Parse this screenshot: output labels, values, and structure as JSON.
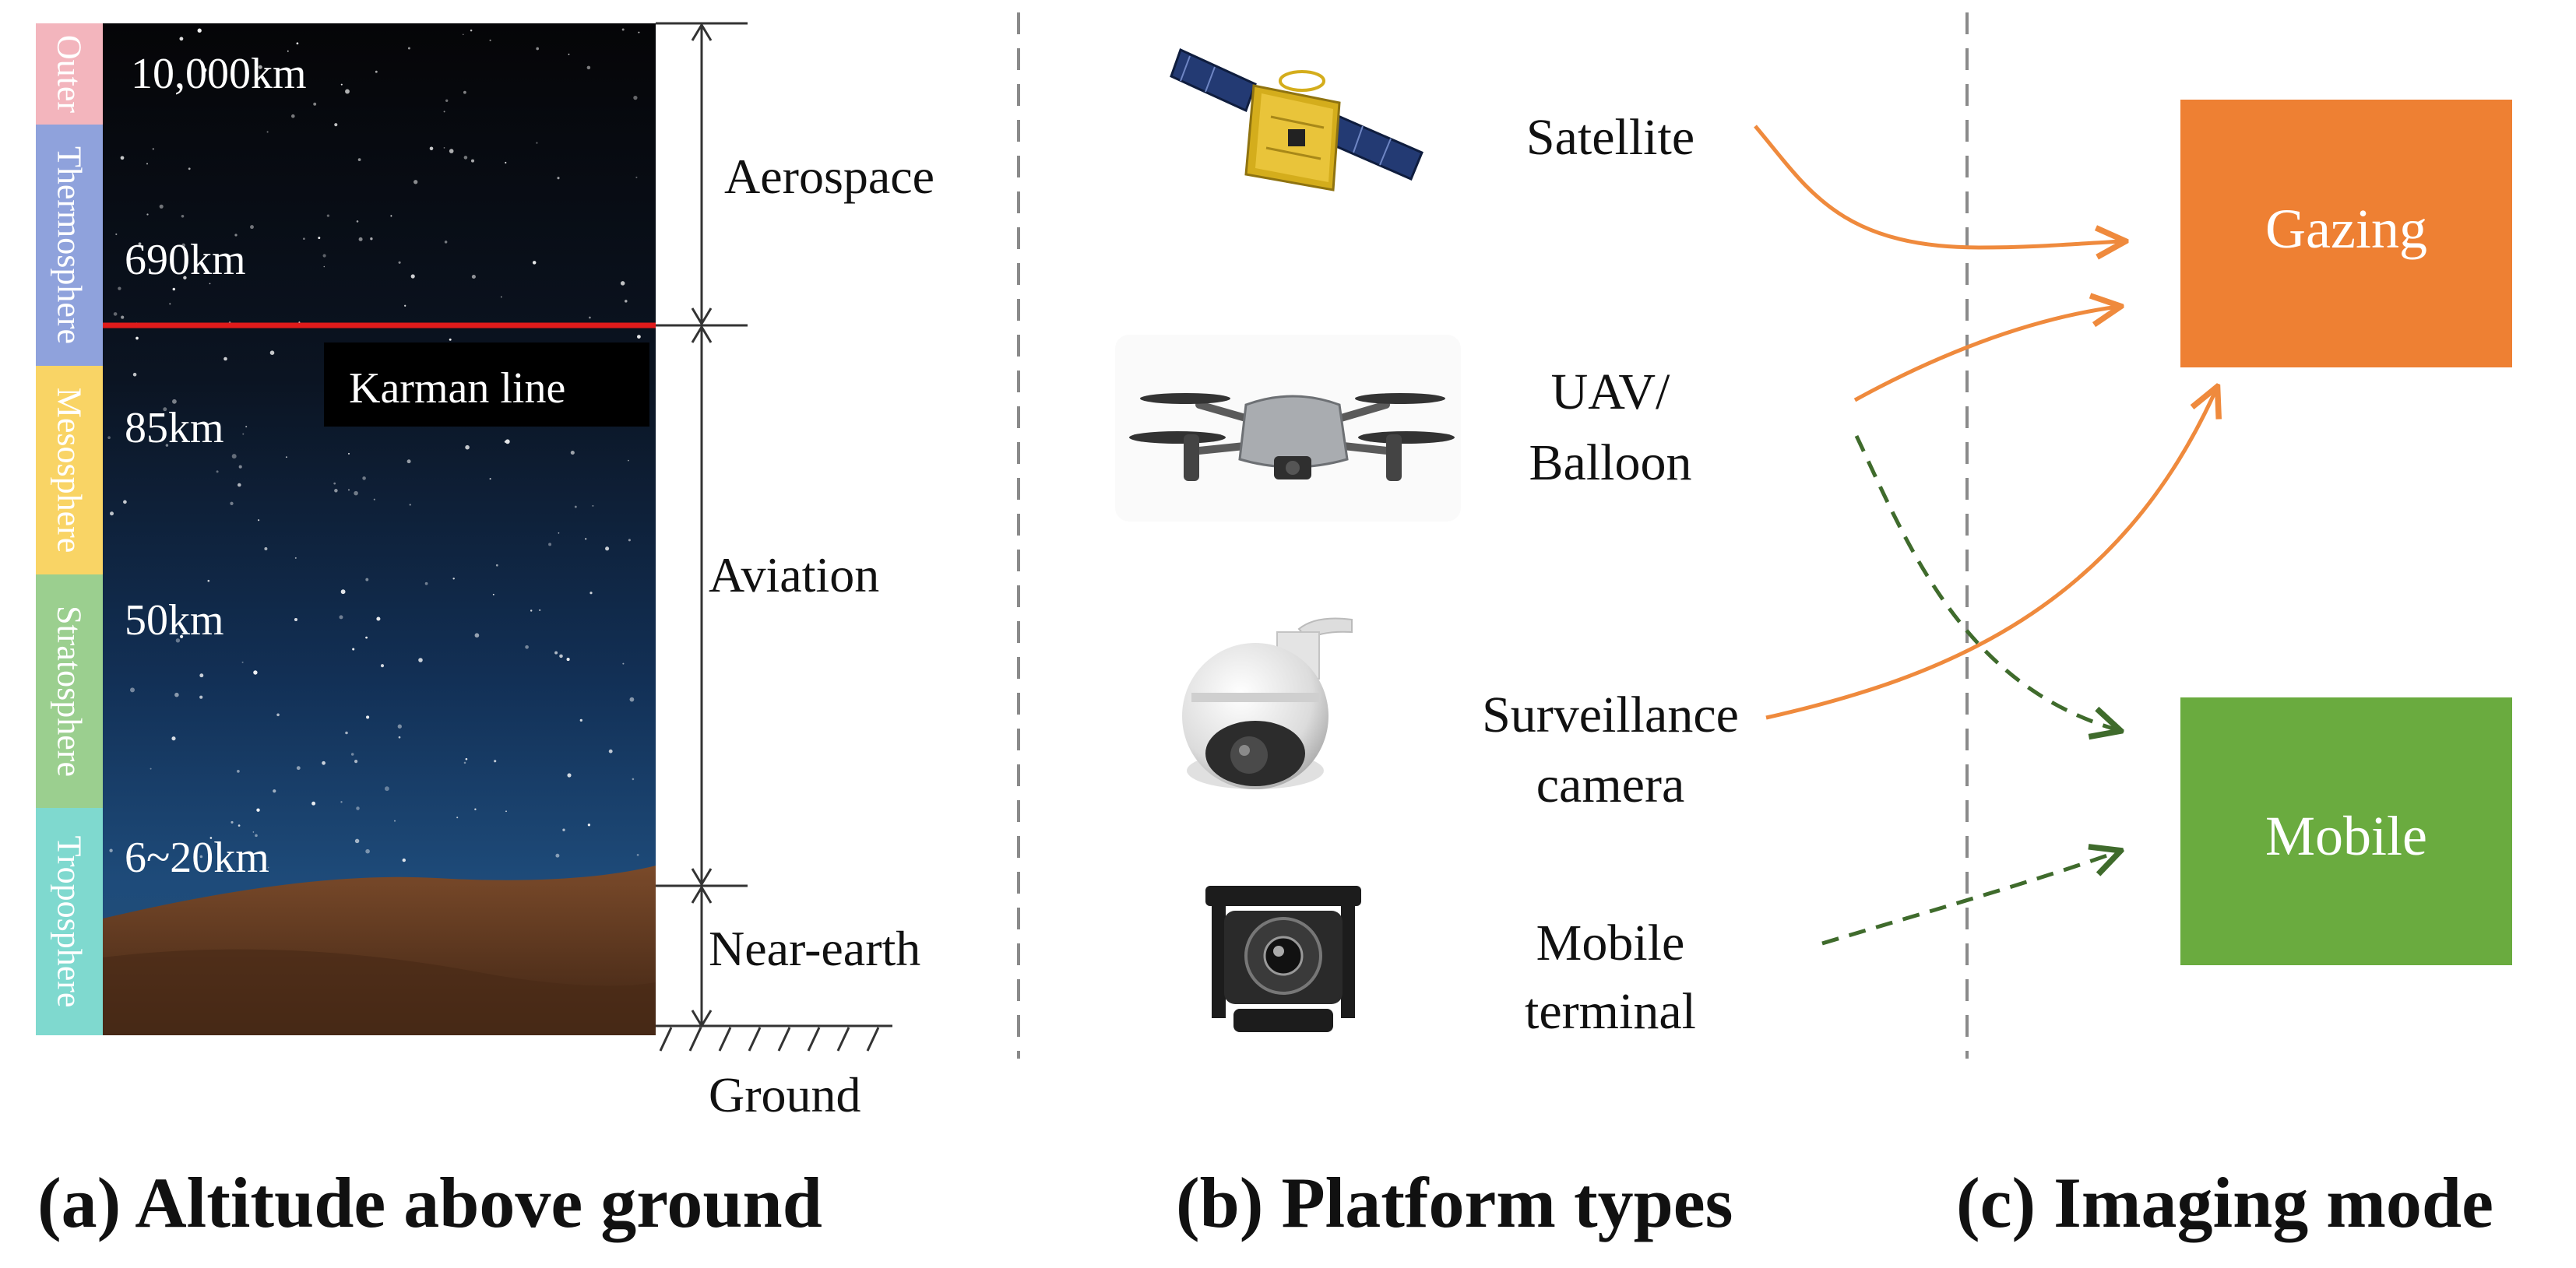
{
  "altitude": {
    "layers": [
      {
        "name": "Outer",
        "color": "#f3b5bd"
      },
      {
        "name": "Thermosphere",
        "color": "#8fa2dc"
      },
      {
        "name": "Mesosphere",
        "color": "#f9d465"
      },
      {
        "name": "Stratosphere",
        "color": "#9bcf8f"
      },
      {
        "name": "Troposphere",
        "color": "#7fd9cf"
      }
    ],
    "heights": [
      "10,000km",
      "690km",
      "85km",
      "50km",
      "6~20km"
    ],
    "karman_label": "Karman line",
    "zones": [
      "Aerospace",
      "Aviation",
      "Near-earth"
    ],
    "ground_label": "Ground",
    "caption": "(a) Altitude above ground"
  },
  "platforms": {
    "items": [
      {
        "label_lines": [
          "Satellite"
        ],
        "icon": "satellite-icon"
      },
      {
        "label_lines": [
          "UAV/",
          "Balloon"
        ],
        "icon": "drone-icon"
      },
      {
        "label_lines": [
          "Surveillance",
          "camera"
        ],
        "icon": "dome-camera-icon"
      },
      {
        "label_lines": [
          "Mobile",
          "terminal"
        ],
        "icon": "vehicle-camera-icon"
      }
    ],
    "caption": "(b) Platform types"
  },
  "imaging": {
    "modes": [
      {
        "label": "Gazing",
        "color": "#ee8033"
      },
      {
        "label": "Mobile",
        "color": "#6aab3f"
      }
    ],
    "caption": "(c) Imaging mode"
  },
  "colors": {
    "karman_line": "#e01b1b",
    "gazing_arrow": "#ef8a3d",
    "mobile_arrow": "#3f6b2c",
    "divider": "#8a8a8a"
  }
}
